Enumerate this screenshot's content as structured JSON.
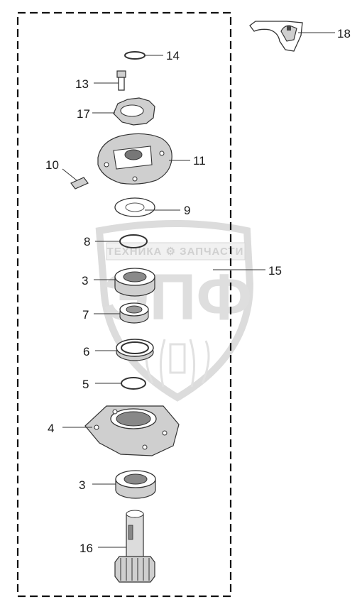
{
  "watermark": {
    "company_text": "ТЕХНИКА ⚙ ЗАПЧАСТИ",
    "logo_letters": "ЭПФ"
  },
  "callouts": [
    {
      "id": "18",
      "label": "18"
    },
    {
      "id": "14",
      "label": "14"
    },
    {
      "id": "13",
      "label": "13"
    },
    {
      "id": "17",
      "label": "17"
    },
    {
      "id": "10",
      "label": "10"
    },
    {
      "id": "11",
      "label": "11"
    },
    {
      "id": "9",
      "label": "9"
    },
    {
      "id": "8",
      "label": "8"
    },
    {
      "id": "15",
      "label": "15"
    },
    {
      "id": "3a",
      "label": "3"
    },
    {
      "id": "7",
      "label": "7"
    },
    {
      "id": "6",
      "label": "6"
    },
    {
      "id": "5",
      "label": "5"
    },
    {
      "id": "4",
      "label": "4"
    },
    {
      "id": "3b",
      "label": "3"
    },
    {
      "id": "16",
      "label": "16"
    }
  ]
}
